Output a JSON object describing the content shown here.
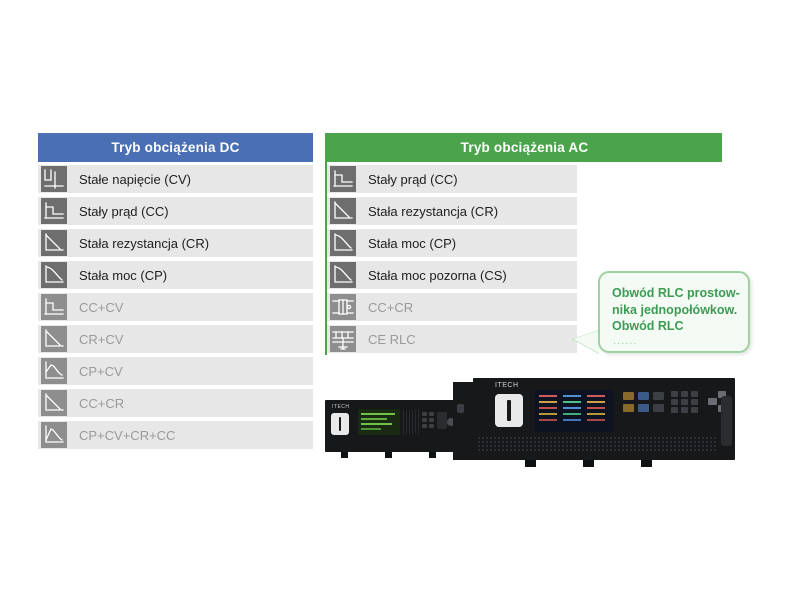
{
  "dc_panel": {
    "header": "Tryb obciążenia DC",
    "header_color": "#4a6fb5",
    "rows": [
      {
        "label": "Stałe napięcie (CV)",
        "icon": "step-down-graph-icon",
        "dim": false
      },
      {
        "label": "Stały prąd (CC)",
        "icon": "step-flat-graph-icon",
        "dim": false
      },
      {
        "label": "Stała rezystancja (CR)",
        "icon": "linear-slope-graph-icon",
        "dim": false
      },
      {
        "label": "Stała moc (CP)",
        "icon": "hyperbola-graph-icon",
        "dim": false
      },
      {
        "label": "CC+CV",
        "icon": "step-flat-graph-icon",
        "dim": true
      },
      {
        "label": "CR+CV",
        "icon": "linear-slope-graph-icon",
        "dim": true
      },
      {
        "label": "CP+CV",
        "icon": "peak-decay-graph-icon",
        "dim": true
      },
      {
        "label": "CC+CR",
        "icon": "linear-slope-graph-icon",
        "dim": true
      },
      {
        "label": "CP+CV+CR+CC",
        "icon": "ramp-decay-graph-icon",
        "dim": true
      }
    ]
  },
  "ac_panel": {
    "header": "Tryb obciążenia AC",
    "header_color": "#4ba44b",
    "rows": [
      {
        "label": "Stały prąd (CC)",
        "icon": "step-flat-graph-icon",
        "dim": false
      },
      {
        "label": "Stała rezystancja (CR)",
        "icon": "linear-slope-graph-icon",
        "dim": false
      },
      {
        "label": "Stała moc (CP)",
        "icon": "hyperbola-graph-icon",
        "dim": false
      },
      {
        "label": "Stała moc pozorna (CS)",
        "icon": "hyperbola-graph-icon",
        "dim": false
      },
      {
        "label": "CC+CR",
        "icon": "circuit-block-icon",
        "dim": true
      },
      {
        "label": "CE  RLC",
        "icon": "rlc-circuit-icon",
        "dim": true
      }
    ]
  },
  "callout": {
    "line1": "Obwód RLC prostow-",
    "line2": "nika jednopołówkow.",
    "line3": "Obwód RLC",
    "dots": "......",
    "text_color": "#3d9b54",
    "border_color": "#9fd2a0",
    "background_color": "#f4fbf4"
  },
  "artwork": {
    "small_unit_brand": "ITECH",
    "large_unit_brand": "ITECH"
  }
}
